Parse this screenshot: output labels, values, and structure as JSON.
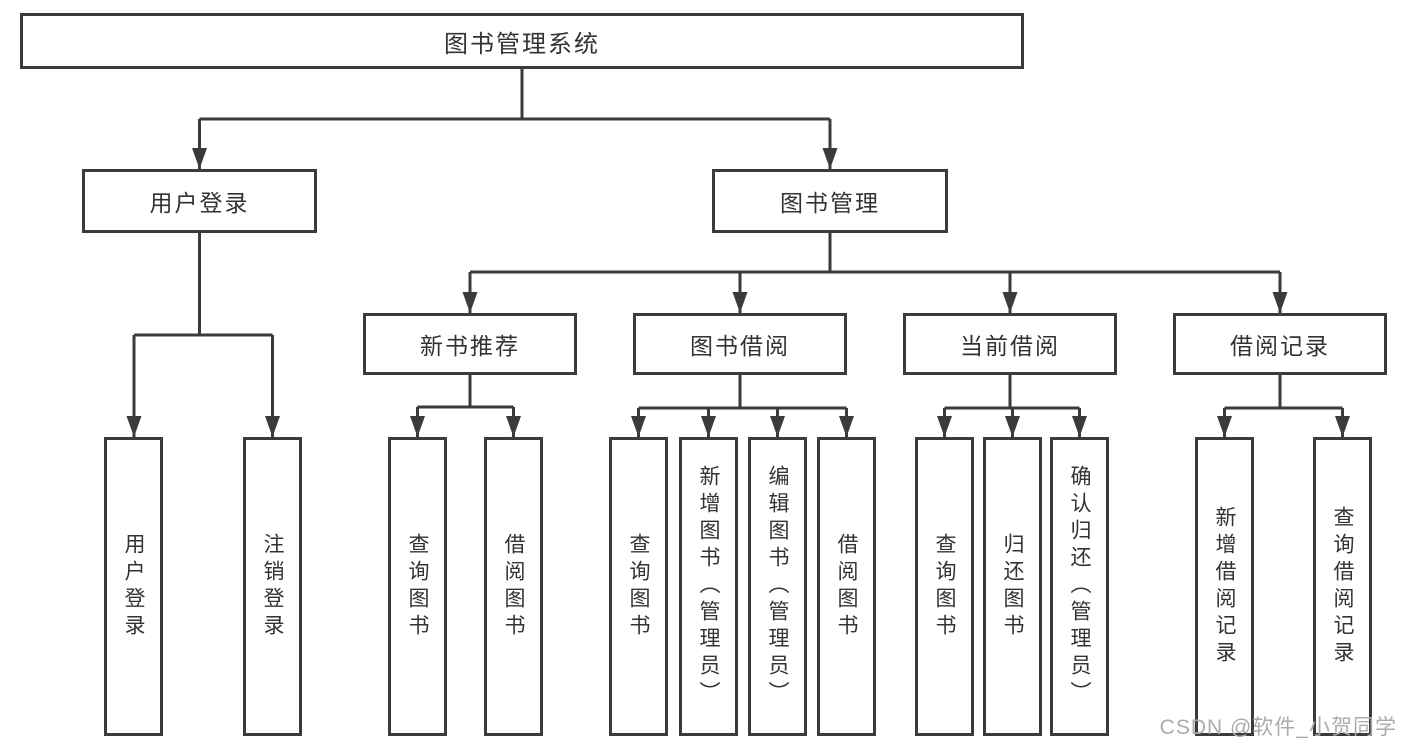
{
  "root": {
    "label": "图书管理系统"
  },
  "level2": [
    {
      "label": "用户登录"
    },
    {
      "label": "图书管理"
    }
  ],
  "level3": [
    {
      "label": "新书推荐",
      "parent": "图书管理"
    },
    {
      "label": "图书借阅",
      "parent": "图书管理"
    },
    {
      "label": "当前借阅",
      "parent": "图书管理"
    },
    {
      "label": "借阅记录",
      "parent": "图书管理"
    }
  ],
  "leaves": [
    {
      "label": "用户登录",
      "parent": "用户登录"
    },
    {
      "label": "注销登录",
      "parent": "用户登录"
    },
    {
      "label": "查询图书",
      "parent": "新书推荐"
    },
    {
      "label": "借阅图书",
      "parent": "新书推荐"
    },
    {
      "label": "查询图书",
      "parent": "图书借阅"
    },
    {
      "label": "新增图书（管理员）",
      "parent": "图书借阅"
    },
    {
      "label": "编辑图书（管理员）",
      "parent": "图书借阅"
    },
    {
      "label": "借阅图书",
      "parent": "图书借阅"
    },
    {
      "label": "查询图书",
      "parent": "当前借阅"
    },
    {
      "label": "归还图书",
      "parent": "当前借阅"
    },
    {
      "label": "确认归还（管理员）",
      "parent": "当前借阅"
    },
    {
      "label": "新增借阅记录",
      "parent": "借阅记录"
    },
    {
      "label": "查询借阅记录",
      "parent": "借阅记录"
    }
  ],
  "watermark": "CSDN @软件_小贺同学",
  "colors": {
    "line": "#3b3b3b",
    "text": "#333333",
    "watermark": "#ababab",
    "box_fill": "#ffffff"
  }
}
